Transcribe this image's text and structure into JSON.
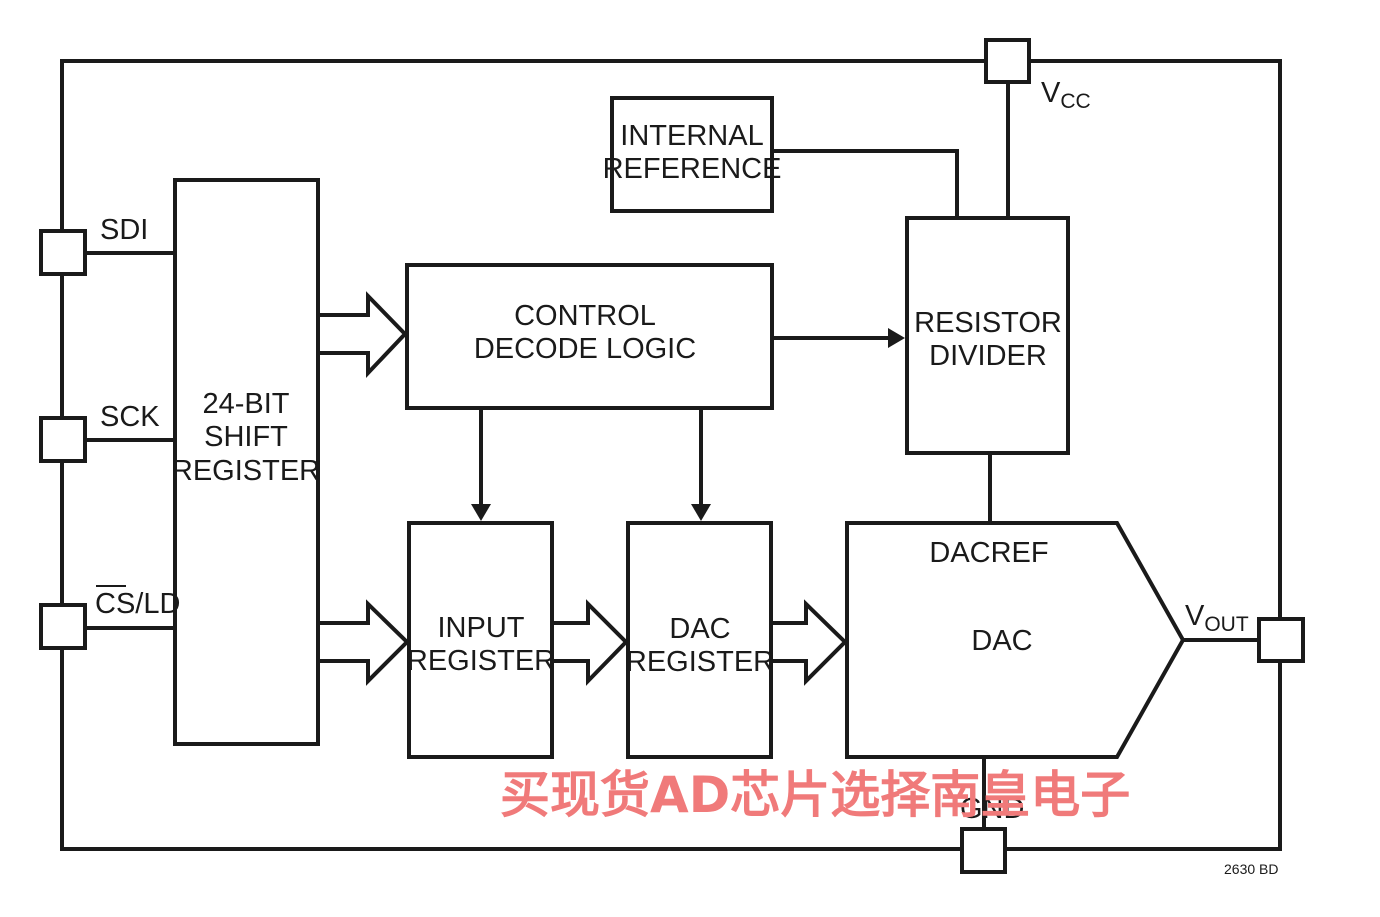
{
  "blocks": {
    "shift_register": [
      "24-BIT",
      "SHIFT",
      "REGISTER"
    ],
    "control_logic": [
      "CONTROL",
      "DECODE LOGIC"
    ],
    "internal_reference": [
      "INTERNAL",
      "REFERENCE"
    ],
    "resistor_divider": [
      "RESISTOR",
      "DIVIDER"
    ],
    "input_register": [
      "INPUT",
      "REGISTER"
    ],
    "dac_register": [
      "DAC",
      "REGISTER"
    ],
    "dac": {
      "ref_label": "DACREF",
      "label": "DAC"
    }
  },
  "pins": {
    "sdi": "SDI",
    "sck": "SCK",
    "cs_overbar": "CS",
    "cs_rest": "/LD",
    "vcc_main": "V",
    "vcc_sub": "CC",
    "vout_main": "V",
    "vout_sub": "OUT",
    "gnd": "GND"
  },
  "figure_id": "2630 BD",
  "watermark": "买现货AD芯片选择南皇电子"
}
